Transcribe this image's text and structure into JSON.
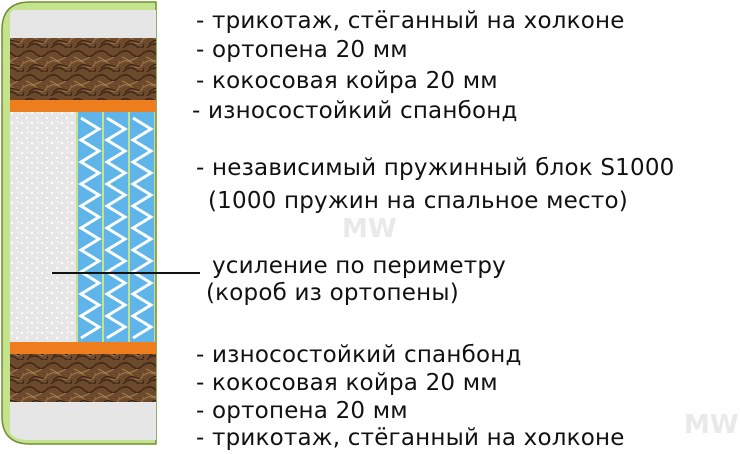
{
  "colors": {
    "cover_green": "#c5e28c",
    "cover_outline": "#6f8f36",
    "knit_gray": "#e6e6e6",
    "foam_white": "#f2f2f2",
    "coir_brown": "#6e4a2c",
    "coir_dark": "#3a2516",
    "spunbond_orange": "#ee7d1e",
    "perimeter_foam": "#e3e3e3",
    "spring_blue": "#5fb4ea",
    "spring_zigzag": "#ffffff",
    "pointer_line": "#111111"
  },
  "labels": {
    "top_knit": "- трикотаж, стёганный на холконе",
    "top_foam": "- ортопена 20 мм",
    "top_coir": "- кокосовая койра 20 мм",
    "top_spunbond": " - износостойкий спанбонд",
    "springs_line1": "- независимый пружинный блок S1000",
    "springs_line2": "(1000 пружин на спальное место)",
    "perimeter_line1": "усиление по периметру",
    "perimeter_line2": "(короб из ортопены)",
    "bottom_spunbond": "- износостойкий спанбонд",
    "bottom_coir": "- кокосовая койра 20 мм",
    "bottom_foam": "- ортопена 20 мм",
    "bottom_knit": "- трикотаж, стёганный на холконе"
  },
  "watermark": {
    "text": "MW"
  }
}
